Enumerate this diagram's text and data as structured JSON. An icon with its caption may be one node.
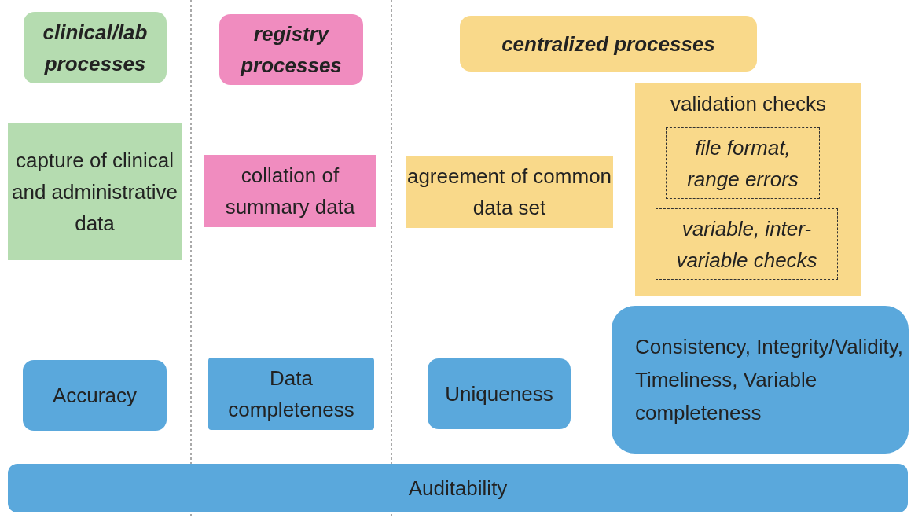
{
  "diagram": {
    "nodes": [
      {
        "text": [
          "clinical/lab processes"
        ]
      },
      {
        "text": [
          "registry processes"
        ]
      },
      {
        "text": [
          "centralized processes"
        ]
      },
      {
        "text": [
          "capture of clinical and administrative data"
        ]
      },
      {
        "text": [
          "collation of summary data"
        ]
      },
      {
        "text": [
          "agreement of common data set"
        ]
      },
      {
        "text": [
          "validation checks"
        ]
      },
      {
        "text": [
          "file format, range errors"
        ],
        "in": 6
      },
      {
        "text": [
          "variable, inter-variable checks"
        ],
        "in": 6
      },
      {
        "text": [
          "Accuracy"
        ]
      },
      {
        "text": [
          "Data completeness"
        ]
      },
      {
        "text": [
          "Uniqueness"
        ]
      },
      {
        "text": [
          "Consistency, Integrity/Validity, Timeliness, Variable completeness"
        ]
      },
      {
        "text": [
          "Auditability"
        ]
      }
    ]
  }
}
